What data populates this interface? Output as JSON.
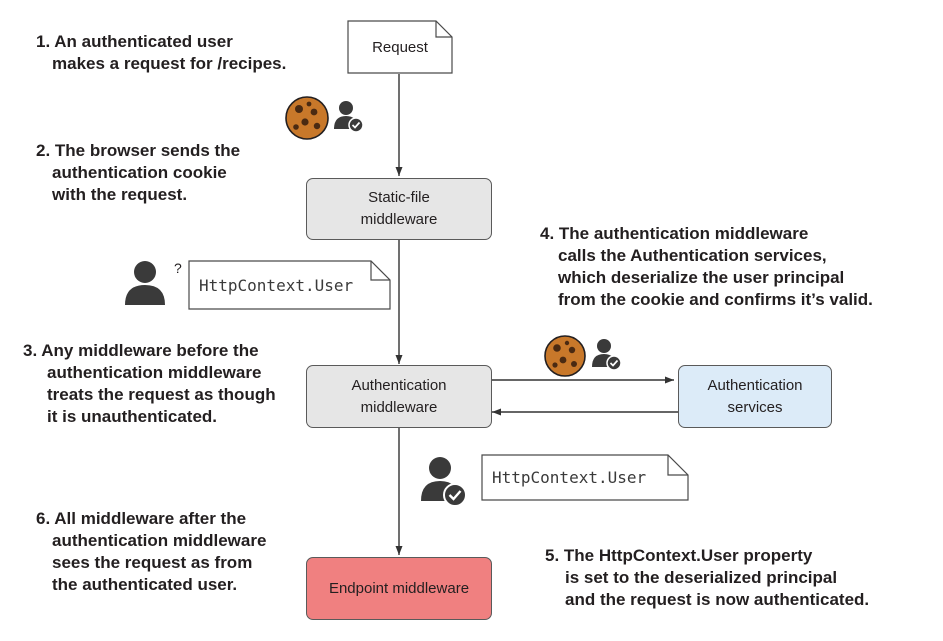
{
  "annotations": {
    "step1": [
      "1. An authenticated user",
      "makes a request for /recipes."
    ],
    "step2": [
      "2. The browser sends the",
      "authentication cookie",
      "with the request."
    ],
    "step3": [
      "3. Any middleware before the",
      "authentication middleware",
      "treats the request as though",
      "it is unauthenticated."
    ],
    "step4": [
      "4. The authentication middleware",
      "calls the Authentication services,",
      "which deserialize the user principal",
      "from the cookie and confirms it’s valid."
    ],
    "step5": [
      "5. The HttpContext.User property",
      "is set to the deserialized principal",
      "and the request is now authenticated."
    ],
    "step6": [
      "6. All middleware after the",
      "authentication middleware",
      "sees the request as from",
      "the authenticated user."
    ]
  },
  "nodes": {
    "request": "Request",
    "static_file": [
      "Static-file",
      "middleware"
    ],
    "authentication": [
      "Authentication",
      "middleware"
    ],
    "auth_services": [
      "Authentication",
      "services"
    ],
    "endpoint": "Endpoint middleware"
  },
  "code_labels": {
    "unauthenticated_user": "HttpContext.User",
    "authenticated_user": "HttpContext.User"
  },
  "question_mark": "?",
  "colors": {
    "static_file_fill": "#e6e6e6",
    "authentication_fill": "#e6e6e6",
    "services_fill": "#dcebf8",
    "endpoint_fill": "#f08080",
    "cookie": "#c8782a",
    "user_icon": "#3a3a3a",
    "arrow": "#333333"
  },
  "icons": [
    "cookie-icon",
    "user-check-icon",
    "user-unknown-icon"
  ]
}
